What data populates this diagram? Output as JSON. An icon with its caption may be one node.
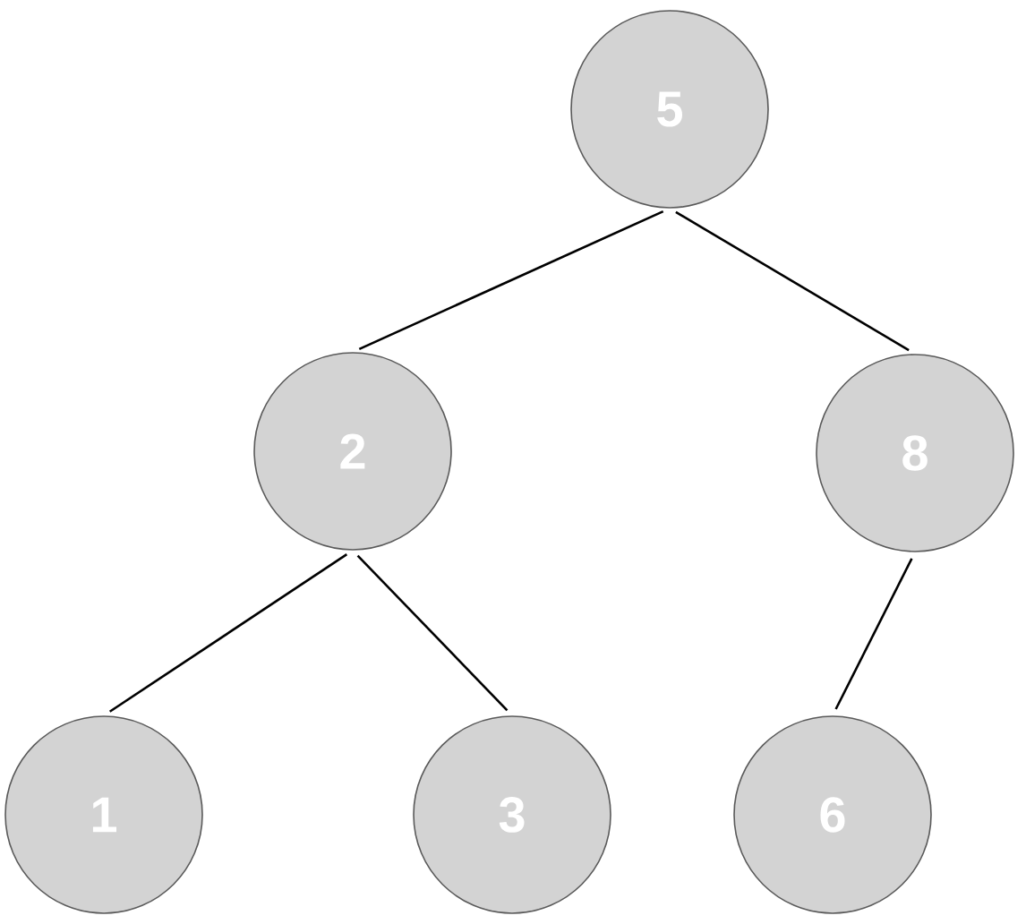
{
  "diagram": {
    "nodes": [
      {
        "text": [
          "5"
        ]
      },
      {
        "text": [
          "2"
        ]
      },
      {
        "text": [
          "8"
        ]
      },
      {
        "text": [
          "1"
        ]
      },
      {
        "text": [
          "3"
        ]
      },
      {
        "text": [
          "6"
        ]
      }
    ],
    "edges": [
      {
        "from": 0,
        "to": 1,
        "arrow": "none"
      },
      {
        "from": 0,
        "to": 2,
        "arrow": "none"
      },
      {
        "from": 1,
        "to": 3,
        "arrow": "none"
      },
      {
        "from": 1,
        "to": 4,
        "arrow": "none"
      },
      {
        "from": 2,
        "to": 5,
        "arrow": "none"
      }
    ]
  }
}
